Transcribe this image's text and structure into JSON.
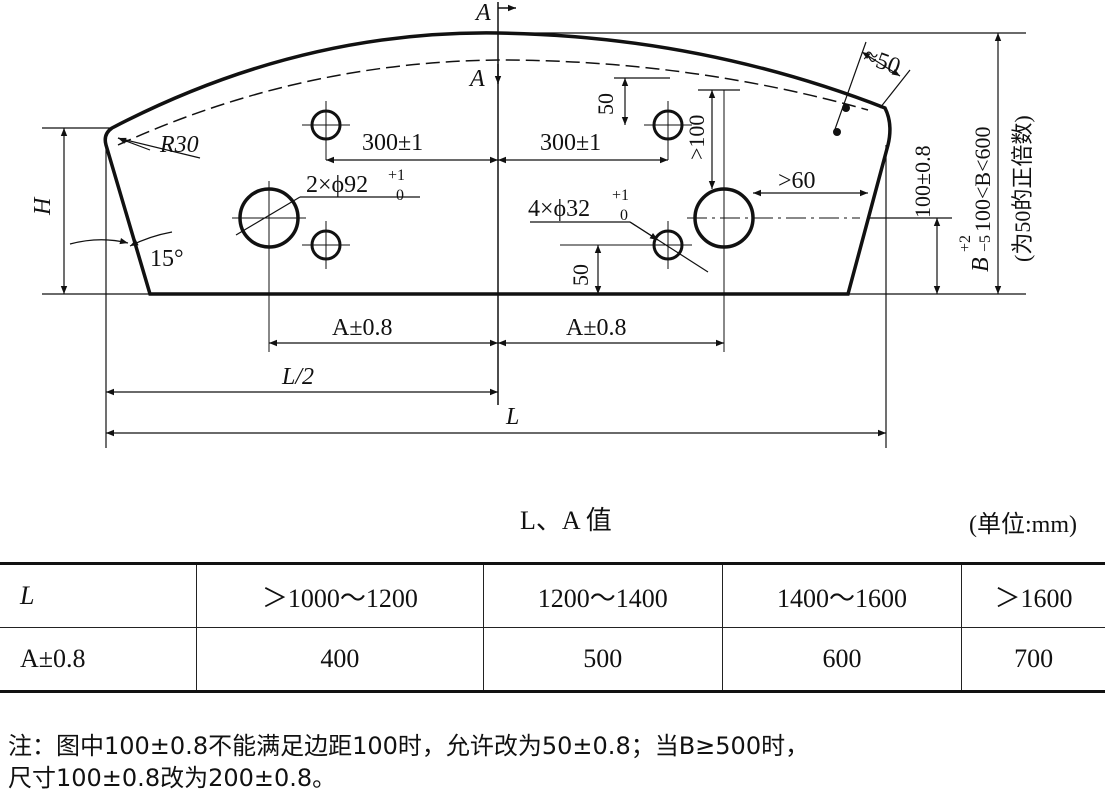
{
  "drawing": {
    "section_mark_top": "A",
    "section_mark_lower": "A",
    "radius": "R30",
    "height_label": "H",
    "angle": "15°",
    "hole_spacing_left": "300±1",
    "hole_spacing_right": "300±1",
    "big_hole_callout": "2×ϕ92",
    "big_hole_tol_upper": "+1",
    "big_hole_tol_lower": "0",
    "small_hole_callout": "4×ϕ32",
    "small_hole_tol_upper": "+1",
    "small_hole_tol_lower": "0",
    "dim_50_top": "50",
    "dim_50_bottom": "50",
    "dim_gt100": ">100",
    "dim_gt60": ">60",
    "dim_approx50": "≈50",
    "dim_100": "100±0.8",
    "dim_B": "B",
    "dim_B_tol_upper": "+2",
    "dim_B_tol_lower": "−5",
    "B_range": "100<B<600",
    "B_note": "(为50的正倍数)",
    "dim_A_left": "A±0.8",
    "dim_A_right": "A±0.8",
    "dim_L_half": "L/2",
    "dim_L": "L"
  },
  "caption": {
    "title": "L、A 值",
    "unit": "(单位:mm)"
  },
  "table": {
    "rows": [
      [
        "L",
        "＞1000～1200",
        "1200～1400",
        "1400～1600",
        "＞1600"
      ],
      [
        "A±0.8",
        "400",
        "500",
        "600",
        "700"
      ]
    ]
  },
  "note": {
    "line1": "注：图中100±0.8不能满足边距100时，允许改为50±0.8；当B≥500时，",
    "line2": "尺寸100±0.8改为200±0.8。"
  }
}
